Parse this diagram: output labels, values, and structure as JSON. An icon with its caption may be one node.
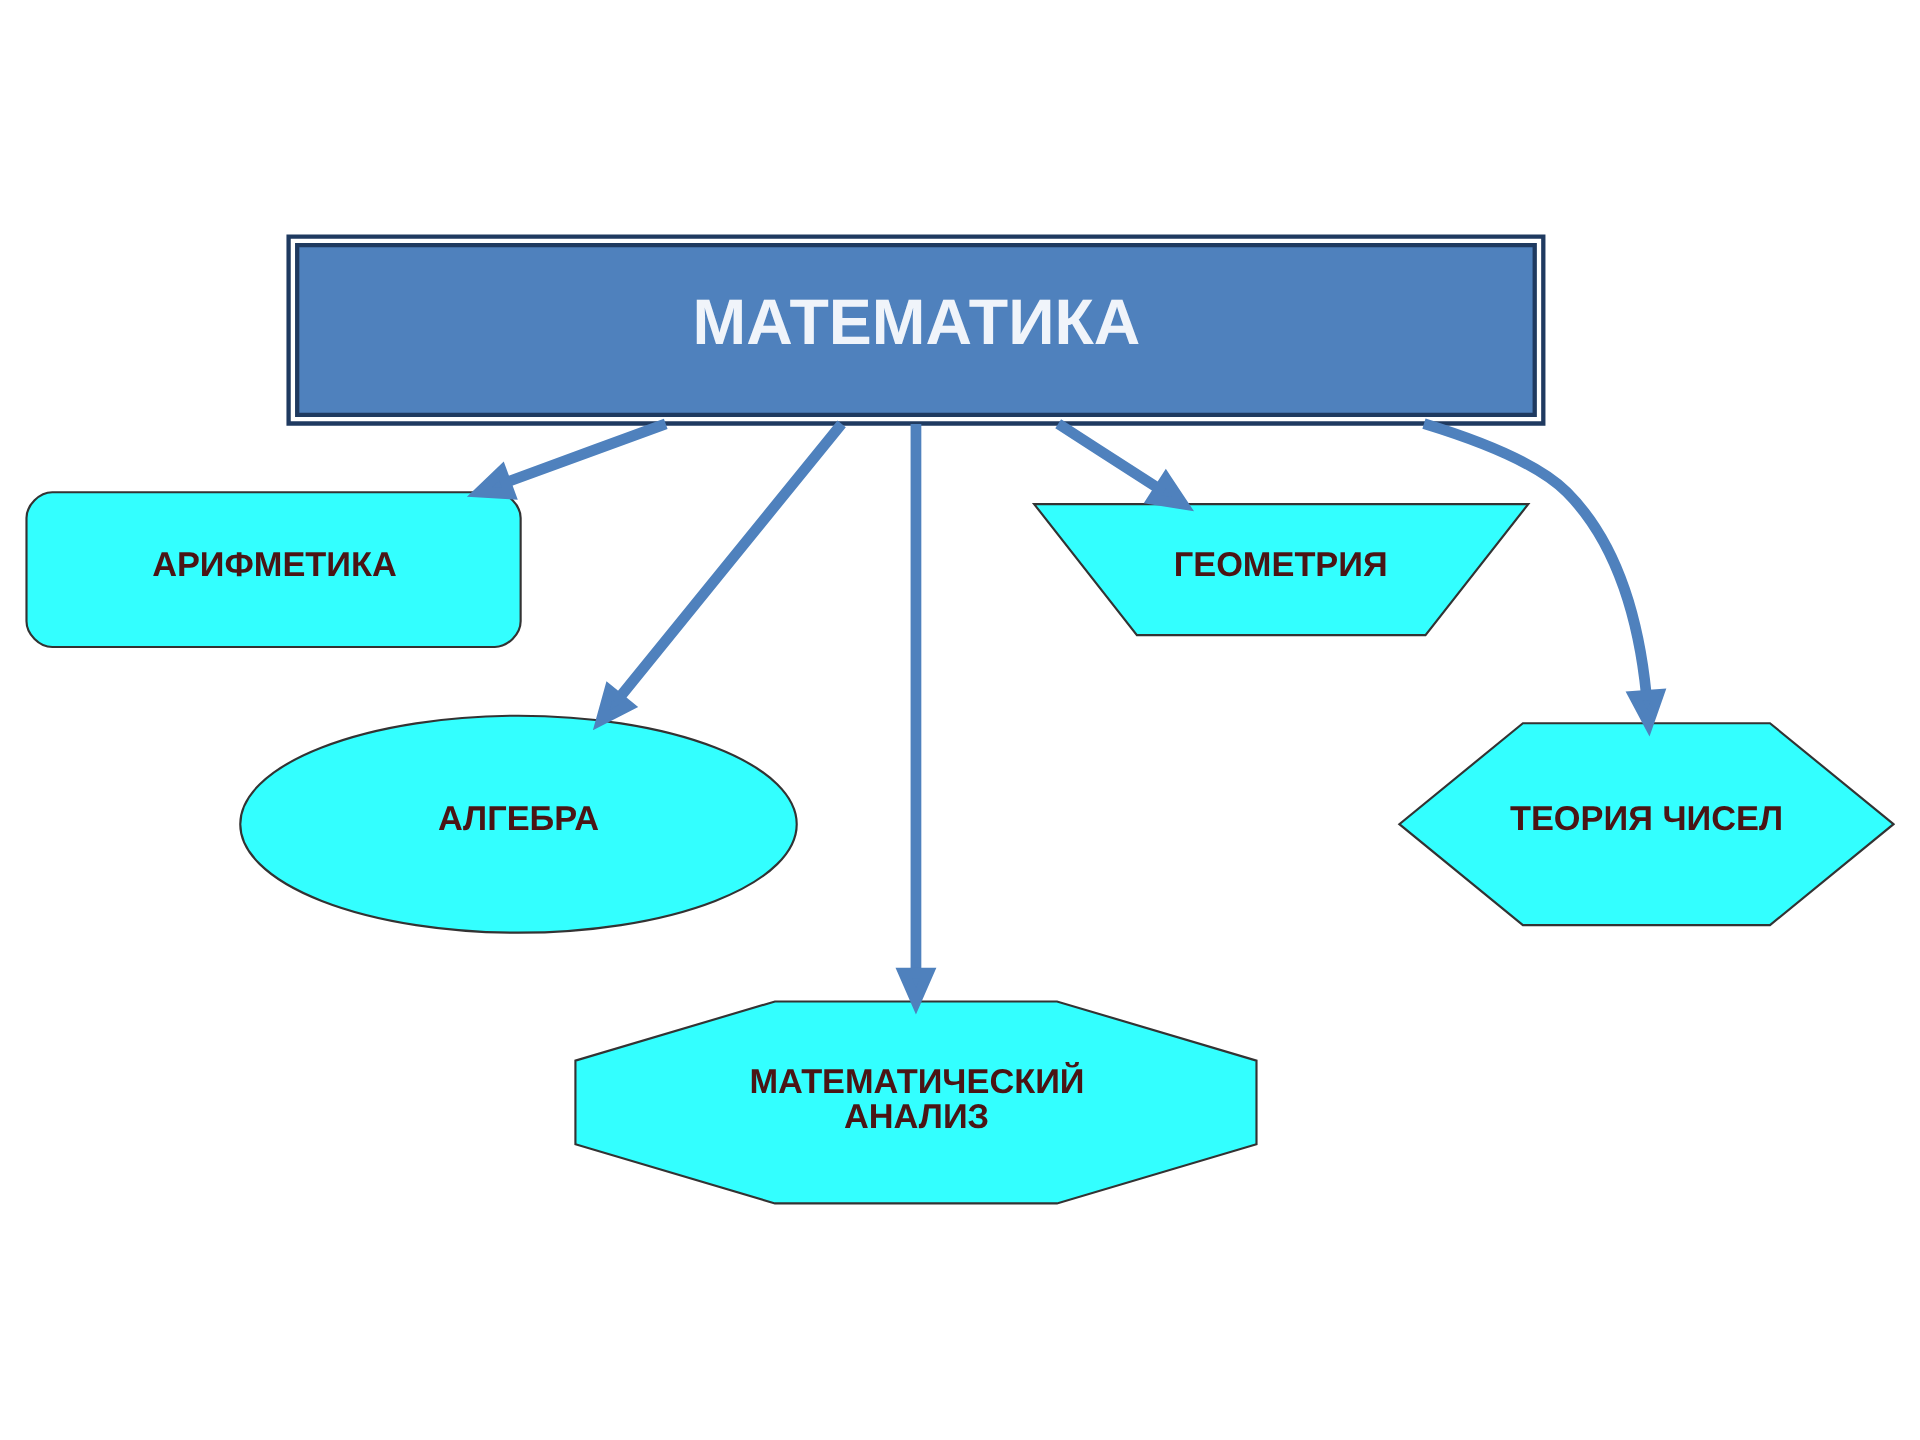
{
  "diagram": {
    "nodes": [
      {
        "text": [
          "МАТЕМАТИКА"
        ]
      },
      {
        "text": [
          "АРИФМЕТИКА"
        ]
      },
      {
        "text": [
          "ГЕОМЕТРИЯ"
        ]
      },
      {
        "text": [
          "АЛГЕБРА"
        ]
      },
      {
        "text": [
          "ТЕОРИЯ ЧИСЕЛ"
        ]
      },
      {
        "text": [
          "МАТЕМАТИЧЕСКИЙ АНАЛИЗ"
        ]
      }
    ],
    "edges": [
      {
        "from": 0,
        "to": 1,
        "arrow": "to"
      },
      {
        "from": 0,
        "to": 3,
        "arrow": "to"
      },
      {
        "from": 0,
        "to": 5,
        "arrow": "to"
      },
      {
        "from": 0,
        "to": 2,
        "arrow": "to"
      },
      {
        "from": 0,
        "to": 4,
        "arrow": "to"
      }
    ]
  }
}
